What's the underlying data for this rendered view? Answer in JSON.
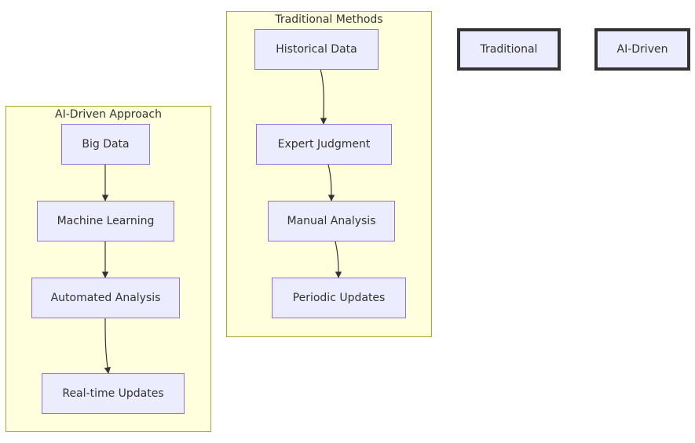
{
  "clusters": {
    "traditional": {
      "title": "Traditional Methods"
    },
    "ai": {
      "title": "AI-Driven Approach"
    }
  },
  "nodes": {
    "historical_data": "Historical Data",
    "expert_judgment": "Expert Judgment",
    "manual_analysis": "Manual Analysis",
    "periodic_updates": "Periodic Updates",
    "big_data": "Big Data",
    "machine_learning": "Machine Learning",
    "automated_analysis": "Automated Analysis",
    "realtime_updates": "Real-time Updates"
  },
  "legend": {
    "traditional": "Traditional",
    "ai_driven": "AI-Driven"
  },
  "edges": [
    [
      "historical_data",
      "expert_judgment"
    ],
    [
      "expert_judgment",
      "manual_analysis"
    ],
    [
      "manual_analysis",
      "periodic_updates"
    ],
    [
      "big_data",
      "machine_learning"
    ],
    [
      "machine_learning",
      "automated_analysis"
    ],
    [
      "automated_analysis",
      "realtime_updates"
    ]
  ],
  "colors": {
    "cluster_fill": "#ffffde",
    "cluster_border": "#aaaa33",
    "node_fill": "#ececff",
    "node_border": "#9370db",
    "edge": "#333333"
  }
}
